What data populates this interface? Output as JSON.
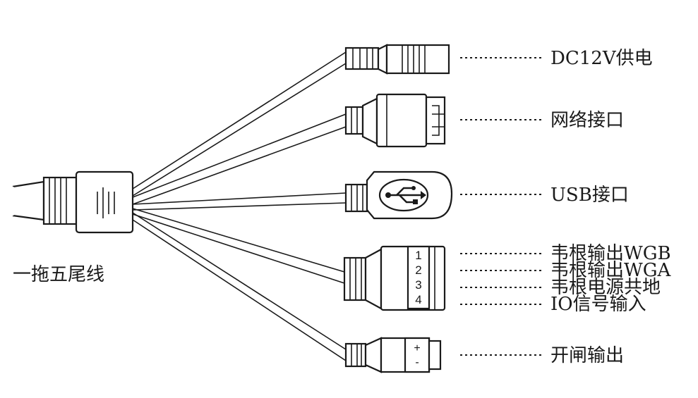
{
  "cable_label": "一拖五尾线",
  "connectors": [
    {
      "id": "power",
      "label": "DC12V供电"
    },
    {
      "id": "network",
      "label": "网络接口"
    },
    {
      "id": "usb",
      "label": "USB接口"
    },
    {
      "id": "terminal",
      "pins": [
        "1",
        "2",
        "3",
        "4"
      ],
      "labels": [
        "韦根输出WGB",
        "韦根输出WGA",
        "韦根电源共地",
        "IO信号输入"
      ]
    },
    {
      "id": "relay",
      "symbols": [
        "+",
        "-"
      ],
      "label": "开闸输出"
    }
  ],
  "colors": {
    "ink": "#1a1a1a",
    "background": "#ffffff"
  }
}
